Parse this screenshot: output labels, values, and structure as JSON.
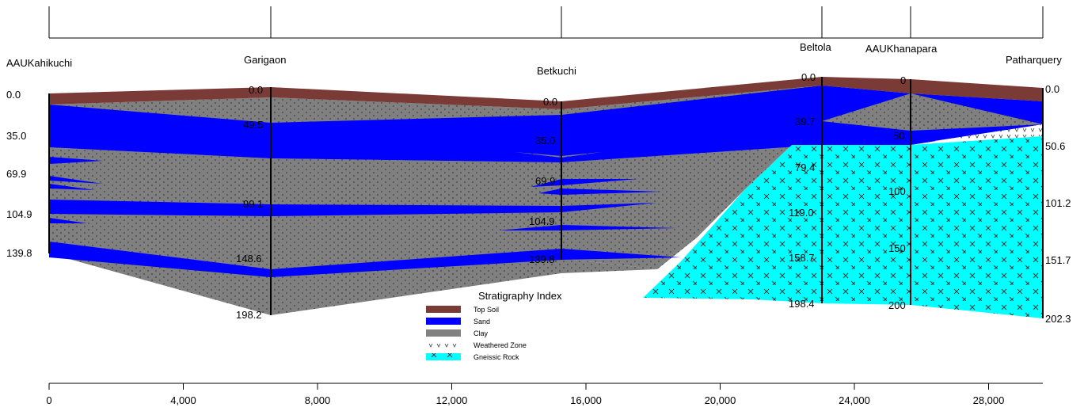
{
  "wells": [
    {
      "name": "AAUKahikuchi",
      "depths": [
        "0.0",
        "35.0",
        "69.9",
        "104.9",
        "139.8"
      ]
    },
    {
      "name": "Garigaon",
      "depths": [
        "0.0",
        "49.5",
        "99.1",
        "148.6",
        "198.2"
      ]
    },
    {
      "name": "Betkuchi",
      "depths": [
        "0.0",
        "35.0",
        "69.9",
        "104.9",
        "139.8"
      ]
    },
    {
      "name": "Beltola",
      "depths": [
        "0.0",
        "39.7",
        "79.4",
        "119.0",
        "158.7",
        "198.4"
      ]
    },
    {
      "name": "AAUKhanapara",
      "depths": [
        "0",
        "50",
        "100",
        "150",
        "200"
      ]
    },
    {
      "name": "Patharquery",
      "depths": [
        "0.0",
        "50.6",
        "101.2",
        "151.7",
        "202.3"
      ]
    }
  ],
  "x_axis": {
    "ticks": [
      "0",
      "4,000",
      "8,000",
      "12,000",
      "16,000",
      "20,000",
      "24,000",
      "28,000"
    ]
  },
  "legend": {
    "title": "Stratigraphy Index",
    "items": [
      {
        "label": "Top Soil",
        "color": "#7a3b37"
      },
      {
        "label": "Sand",
        "color": "#0000ff"
      },
      {
        "label": "Clay",
        "color": "#808080"
      },
      {
        "label": "Weathered Zone",
        "color": "#ffffff"
      },
      {
        "label": "Gneissic Rock",
        "color": "#00ffff"
      }
    ]
  },
  "colors": {
    "top_soil": "#7a3b37",
    "sand": "#0000ff",
    "clay": "#808080",
    "weathered": "#ffffff",
    "gneiss": "#00ffff"
  }
}
